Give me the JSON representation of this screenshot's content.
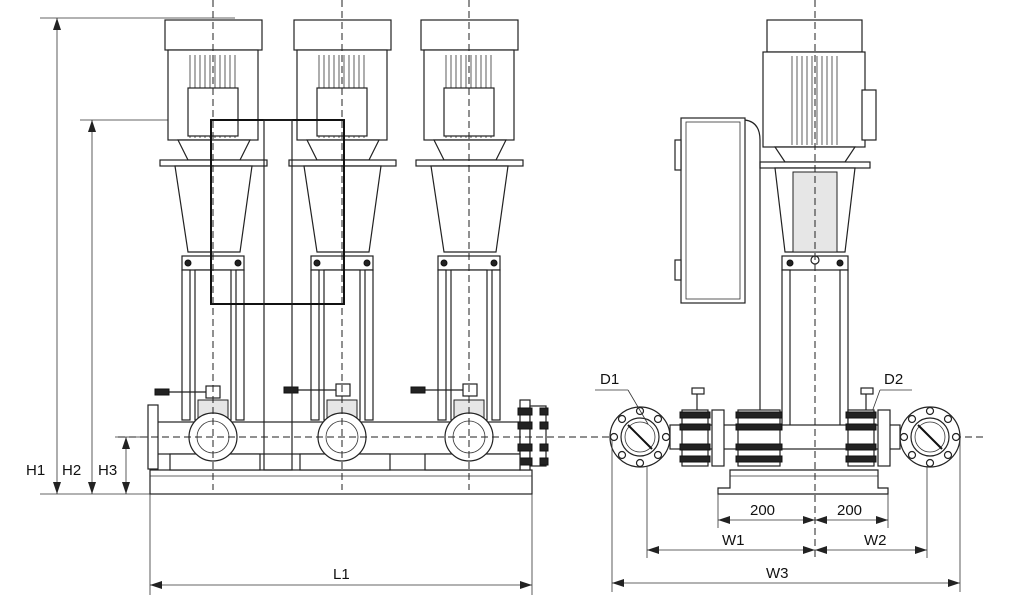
{
  "labels": {
    "h1": "H1",
    "h2": "H2",
    "h3": "H3",
    "l1": "L1",
    "d1": "D1",
    "d2": "D2",
    "w1": "W1",
    "w2": "W2",
    "w3": "W3",
    "dim_200_left": "200",
    "dim_200_right": "200"
  },
  "colors": {
    "line": "#222222",
    "background": "#ffffff"
  }
}
